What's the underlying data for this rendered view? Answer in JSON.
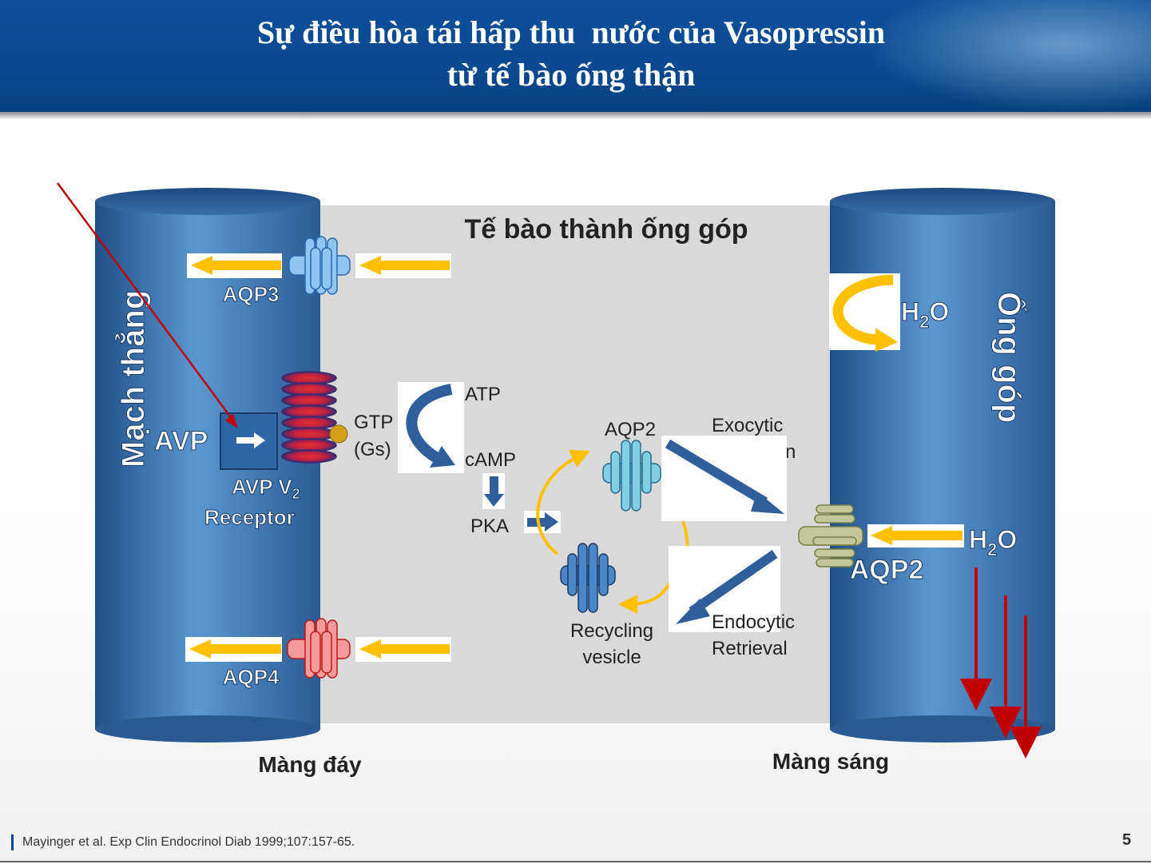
{
  "slide": {
    "title_line1": "Sự điều hòa tái hấp thu  nước của Vasopressin",
    "title_line2": "từ tế bào ống thận",
    "citation": "Mayinger et al. Exp Clin Endocrinol Diab 1999;107:157-65.",
    "page_number": "5"
  },
  "diagram": {
    "cell_title": "Tế bào thành ống góp",
    "left_vessel_label": "Mạch thẳng",
    "right_tube_label": "Ống góp",
    "avp": "AVP",
    "receptor_line1": "AVP V",
    "receptor_sub": "2",
    "receptor_line2": "Receptor",
    "aqp3": "AQP3",
    "aqp4": "AQP4",
    "aqp2_top": "AQP2",
    "aqp2_right": "AQP2",
    "gtp_line1": "GTP",
    "gtp_line2": "(Gs)",
    "atp": "ATP",
    "camp": "cAMP",
    "pka": "PKA",
    "exocytic_line1": "Exocytic",
    "exocytic_line2": "n",
    "endocytic_line1": "Endocytic",
    "endocytic_line2": "Retrieval",
    "recycling_line1": "Recycling",
    "recycling_line2": "vesicle",
    "h2o_top_H": "H",
    "h2o_top_sub": "2",
    "h2o_top_O": "O",
    "h2o_right_H": "H",
    "h2o_right_sub": "2",
    "h2o_right_O": "O",
    "basal_membrane": "Màng đáy",
    "apical_membrane": "Màng sáng"
  },
  "colors": {
    "header_blue": "#0a4a92",
    "vessel_blue": "#3f78b3",
    "cell_gray": "#d9d9d9",
    "arrow_yellow": "#ffc000",
    "arrow_dark_blue": "#2e5f9a",
    "aqp3_blue": "#8fc5f0",
    "aqp4_red": "#f59a9a",
    "aqp2_cyan": "#7fd0e0",
    "aqp2_olive": "#c2c79a",
    "recycling_blue": "#4a86c8",
    "dark_red": "#c00000"
  }
}
